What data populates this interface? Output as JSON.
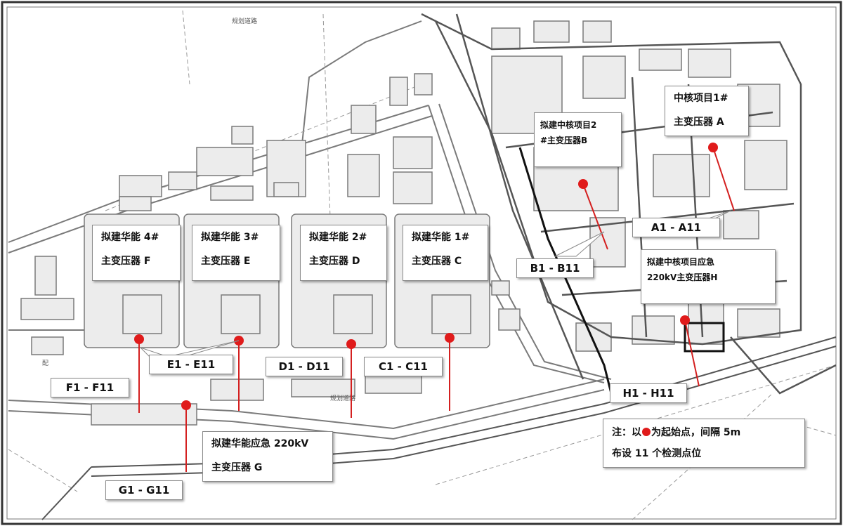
{
  "map": {
    "small_labels": [
      "规划道路",
      "规划道路",
      "配"
    ],
    "transformers": [
      {
        "id": "A",
        "lines": [
          "中核项目1#",
          "主变压器 A"
        ],
        "code": "A1 - A11"
      },
      {
        "id": "B",
        "lines": [
          "拟建中核项目2",
          "#主变压器B"
        ],
        "code": "B1 - B11"
      },
      {
        "id": "C",
        "lines": [
          "拟建华能 1#",
          "主变压器 C"
        ],
        "code": "C1 - C11"
      },
      {
        "id": "D",
        "lines": [
          "拟建华能 2#",
          "主变压器 D"
        ],
        "code": "D1 - D11"
      },
      {
        "id": "E",
        "lines": [
          "拟建华能 3#",
          "主变压器 E"
        ],
        "code": "E1 - E11"
      },
      {
        "id": "F",
        "lines": [
          "拟建华能 4#",
          "主变压器 F"
        ],
        "code": "F1 - F11"
      },
      {
        "id": "G",
        "lines": [
          "拟建华能应急 220kV",
          "主变压器 G"
        ],
        "code": "G1 - G11"
      },
      {
        "id": "H",
        "lines": [
          "拟建中核项目应急",
          "220kV主变压器H"
        ],
        "code": "H1 - H11"
      }
    ],
    "note": {
      "line1_prefix": "注：以",
      "line1_suffix": "为起始点，间隔 5m",
      "line2": "布设 11 个检测点位"
    },
    "colors": {
      "marker": "#e01b1b",
      "line": "#d42020",
      "plan": "#7a7a7a"
    }
  }
}
